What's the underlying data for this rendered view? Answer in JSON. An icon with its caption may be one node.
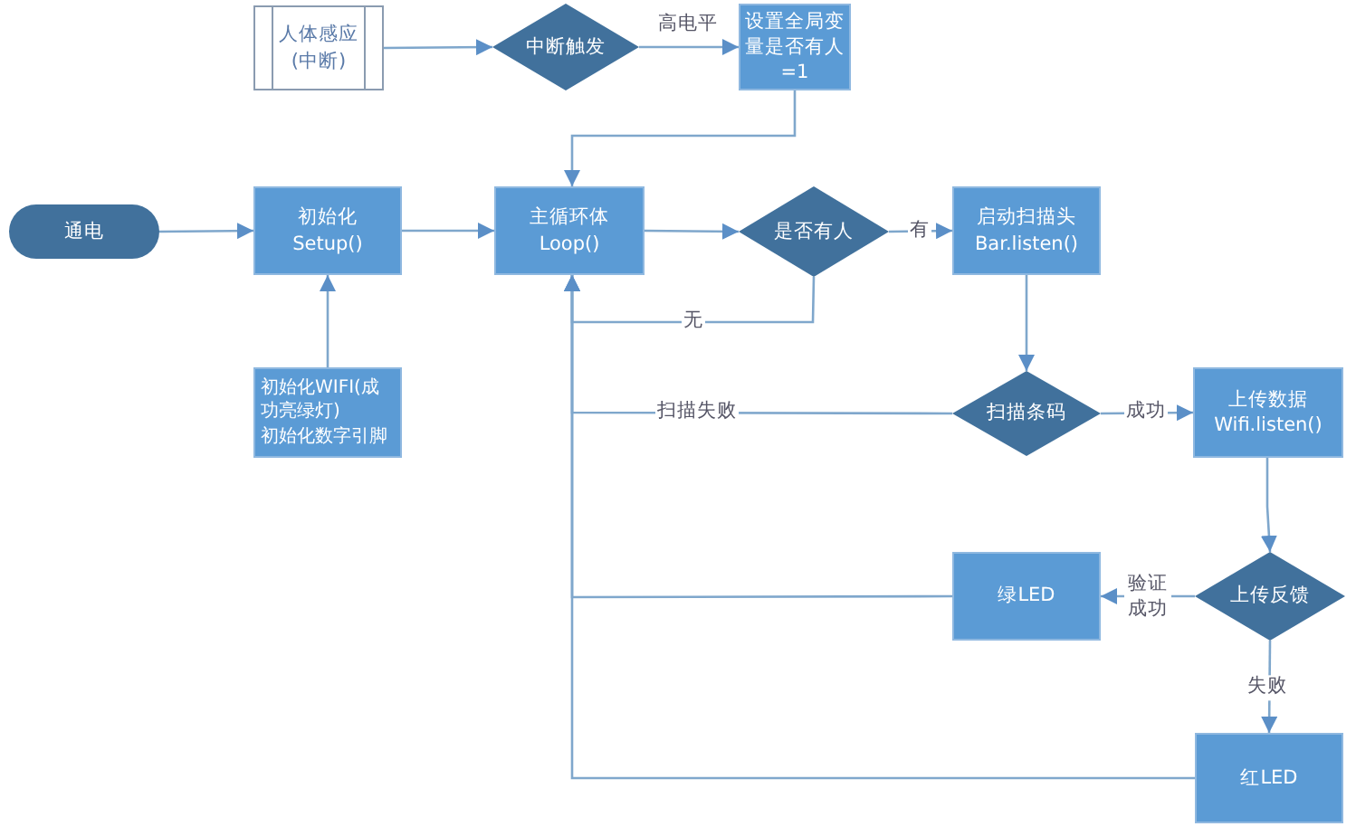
{
  "diagram": {
    "nodes": [
      {
        "text": [
          "人体感应",
          "(中断)"
        ]
      },
      {
        "text": [
          "中断触发"
        ]
      },
      {
        "text": [
          "设置全局变量是否有人 =1"
        ]
      },
      {
        "text": [
          "通电"
        ]
      },
      {
        "text": [
          "初始化",
          "Setup()"
        ]
      },
      {
        "text": [
          "主循环体",
          "Loop()"
        ]
      },
      {
        "text": [
          "是否有人"
        ]
      },
      {
        "text": [
          "启动扫描头",
          "Bar.listen()"
        ]
      },
      {
        "text": [
          "初始化WIFI(成功亮绿灯)",
          "初始化数字引脚"
        ]
      },
      {
        "text": [
          "扫描条码"
        ]
      },
      {
        "text": [
          "上传数据",
          "Wifi.listen()"
        ]
      },
      {
        "text": [
          "上传反馈"
        ]
      },
      {
        "text": [
          "绿LED"
        ]
      },
      {
        "text": [
          "红LED"
        ]
      }
    ],
    "edges": [
      {
        "from": 0,
        "to": 1,
        "arrow": "to"
      },
      {
        "from": 1,
        "to": 2,
        "arrow": "to",
        "label": "高电平"
      },
      {
        "from": 2,
        "to": 5,
        "arrow": "to"
      },
      {
        "from": 3,
        "to": 4,
        "arrow": "to"
      },
      {
        "from": 8,
        "to": 4,
        "arrow": "to"
      },
      {
        "from": 4,
        "to": 5,
        "arrow": "to"
      },
      {
        "from": 5,
        "to": 6,
        "arrow": "to"
      },
      {
        "from": 6,
        "to": 7,
        "arrow": "to",
        "label": "有"
      },
      {
        "from": 6,
        "to": 5,
        "arrow": "to",
        "label": "无"
      },
      {
        "from": 7,
        "to": 9,
        "arrow": "to"
      },
      {
        "from": 9,
        "to": 10,
        "arrow": "to",
        "label": "成功"
      },
      {
        "from": 9,
        "to": 5,
        "arrow": "to",
        "label": "扫描失败"
      },
      {
        "from": 10,
        "to": 11,
        "arrow": "to"
      },
      {
        "from": 11,
        "to": 12,
        "arrow": "to",
        "label": "验证成功"
      },
      {
        "from": 11,
        "to": 13,
        "arrow": "to",
        "label": "失败"
      },
      {
        "from": 12,
        "to": 5,
        "arrow": "to"
      },
      {
        "from": 13,
        "to": 5,
        "arrow": "to"
      }
    ]
  }
}
